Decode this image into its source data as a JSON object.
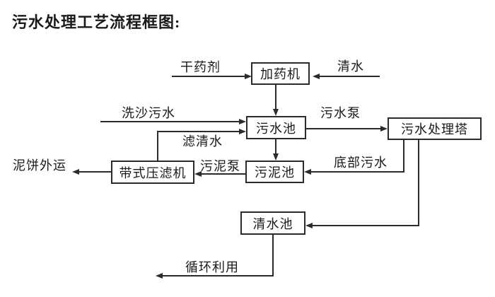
{
  "title": "污水处理工艺流程框图:",
  "nodes": {
    "dosing_machine": {
      "label": "加药机"
    },
    "sewage_pool": {
      "label": "污水池"
    },
    "treatment_tower": {
      "label": "污水处理塔"
    },
    "sludge_pool": {
      "label": "污泥池"
    },
    "belt_filter_press": {
      "label": "带式压滤机"
    },
    "clean_water_pool": {
      "label": "清水池"
    }
  },
  "edge_labels": {
    "dry_chemical": "干药剂",
    "clean_water": "清水",
    "sand_washing_sewage": "洗沙污水",
    "sewage_pump": "污水泵",
    "filtered_water": "滤清水",
    "sludge_pump": "污泥泵",
    "bottom_sewage": "底部污水",
    "mud_cake_out": "泥饼外运",
    "recycle_use": "循环利用"
  },
  "colors": {
    "line": "#2b2b2b",
    "background": "#ffffff",
    "text": "#1a1a1a"
  }
}
